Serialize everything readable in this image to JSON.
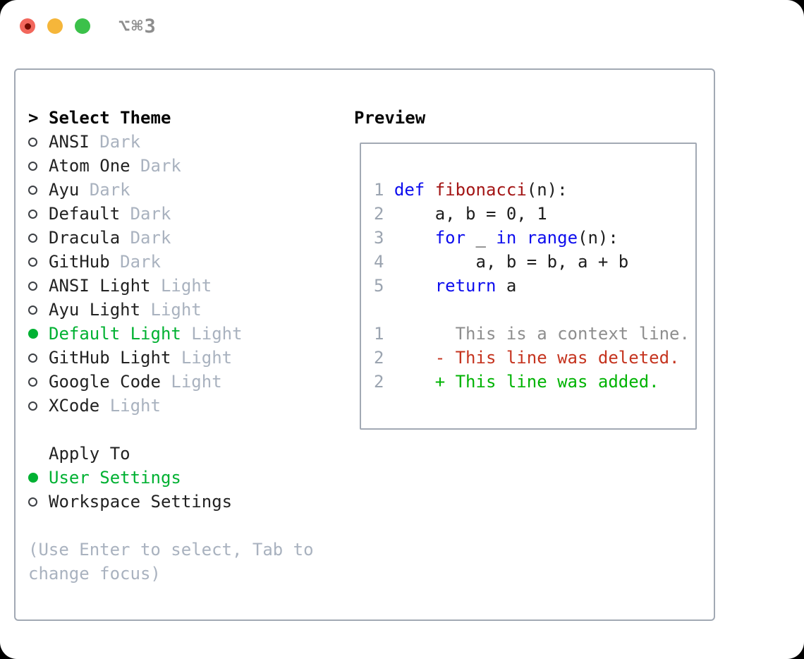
{
  "window": {
    "shortcut": "⌥⌘3",
    "traffic_lights": [
      {
        "name": "close",
        "has_unsaved_dot": true
      },
      {
        "name": "minimize",
        "has_unsaved_dot": false
      },
      {
        "name": "zoom",
        "has_unsaved_dot": false
      }
    ]
  },
  "theme_panel": {
    "header": {
      "prefix": ">",
      "label": "Select Theme"
    },
    "themes": [
      {
        "name": "ANSI",
        "variant": "Dark",
        "selected": false
      },
      {
        "name": "Atom One",
        "variant": "Dark",
        "selected": false
      },
      {
        "name": "Ayu",
        "variant": "Dark",
        "selected": false
      },
      {
        "name": "Default",
        "variant": "Dark",
        "selected": false
      },
      {
        "name": "Dracula",
        "variant": "Dark",
        "selected": false
      },
      {
        "name": "GitHub",
        "variant": "Dark",
        "selected": false
      },
      {
        "name": "ANSI Light",
        "variant": "Light",
        "selected": false
      },
      {
        "name": "Ayu Light",
        "variant": "Light",
        "selected": false
      },
      {
        "name": "Default Light",
        "variant": "Light",
        "selected": true
      },
      {
        "name": "GitHub Light",
        "variant": "Light",
        "selected": false
      },
      {
        "name": "Google Code",
        "variant": "Light",
        "selected": false
      },
      {
        "name": "XCode",
        "variant": "Light",
        "selected": false
      }
    ],
    "apply_to": {
      "label": "Apply To",
      "options": [
        {
          "label": "User Settings",
          "selected": true
        },
        {
          "label": "Workspace Settings",
          "selected": false
        }
      ]
    },
    "hint_lines": [
      "(Use Enter to select, Tab to",
      "change focus)"
    ]
  },
  "preview": {
    "label": "Preview",
    "code_lines": [
      {
        "num": "1",
        "tokens": [
          {
            "t": "def",
            "c": "kw"
          },
          {
            "t": " ",
            "c": "code"
          },
          {
            "t": "fibonacci",
            "c": "fn"
          },
          {
            "t": "(n):",
            "c": "code"
          }
        ]
      },
      {
        "num": "2",
        "tokens": [
          {
            "t": "    a, b = 0, 1",
            "c": "code"
          }
        ]
      },
      {
        "num": "3",
        "tokens": [
          {
            "t": "    ",
            "c": "code"
          },
          {
            "t": "for",
            "c": "kw"
          },
          {
            "t": " _ ",
            "c": "code"
          },
          {
            "t": "in",
            "c": "kw"
          },
          {
            "t": " ",
            "c": "code"
          },
          {
            "t": "range",
            "c": "kw"
          },
          {
            "t": "(n):",
            "c": "code"
          }
        ]
      },
      {
        "num": "4",
        "tokens": [
          {
            "t": "        a, b = b, a + b",
            "c": "code"
          }
        ]
      },
      {
        "num": "5",
        "tokens": [
          {
            "t": "    ",
            "c": "code"
          },
          {
            "t": "return",
            "c": "kw"
          },
          {
            "t": " a",
            "c": "code"
          }
        ]
      },
      {
        "num": "",
        "tokens": []
      },
      {
        "num": "1",
        "tokens": [
          {
            "t": "      This is a context line.",
            "c": "ctx"
          }
        ]
      },
      {
        "num": "2",
        "tokens": [
          {
            "t": "    - This line was deleted.",
            "c": "del"
          }
        ]
      },
      {
        "num": "2",
        "tokens": [
          {
            "t": "    + This line was added.",
            "c": "add"
          }
        ]
      }
    ]
  },
  "colors": {
    "selected_green": "#00b132",
    "keyword_blue": "#0d0dee",
    "function_red": "#a31515",
    "deleted_red": "#c5341f",
    "added_green": "#00b303",
    "muted_gray": "#a9b2bf",
    "context_gray": "#8e8e8e",
    "line_number_gray": "#9ba4b0",
    "panel_border_gray": "#a2a9b4",
    "traffic_red": "#f2675c",
    "traffic_red_dot": "#730b00",
    "traffic_yellow": "#f5b63a",
    "traffic_green": "#3bc14a",
    "shortcut_gray": "#8d8d8d"
  }
}
